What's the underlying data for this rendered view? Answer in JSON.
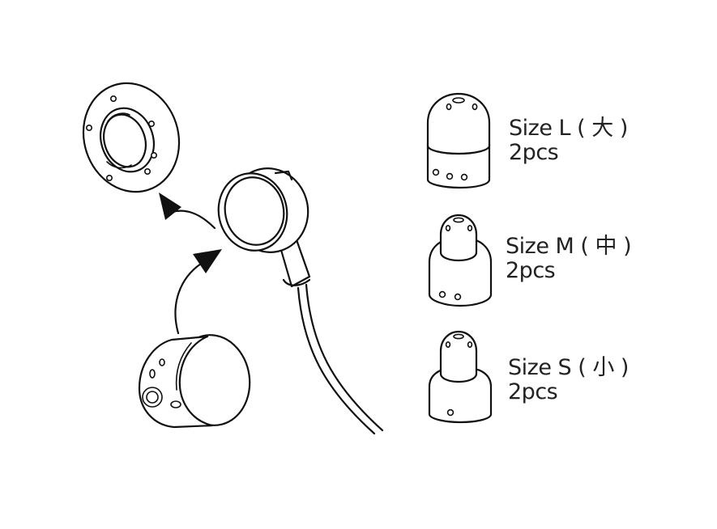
{
  "tips": [
    {
      "size": "Size L ( 大 )",
      "qty": "2pcs"
    },
    {
      "size": "Size M ( 中 )",
      "qty": "2pcs"
    },
    {
      "size": "Size S ( 小 )",
      "qty": "2pcs"
    }
  ],
  "colors": {
    "line": "#111111",
    "text": "#222222",
    "background": "#ffffff"
  }
}
